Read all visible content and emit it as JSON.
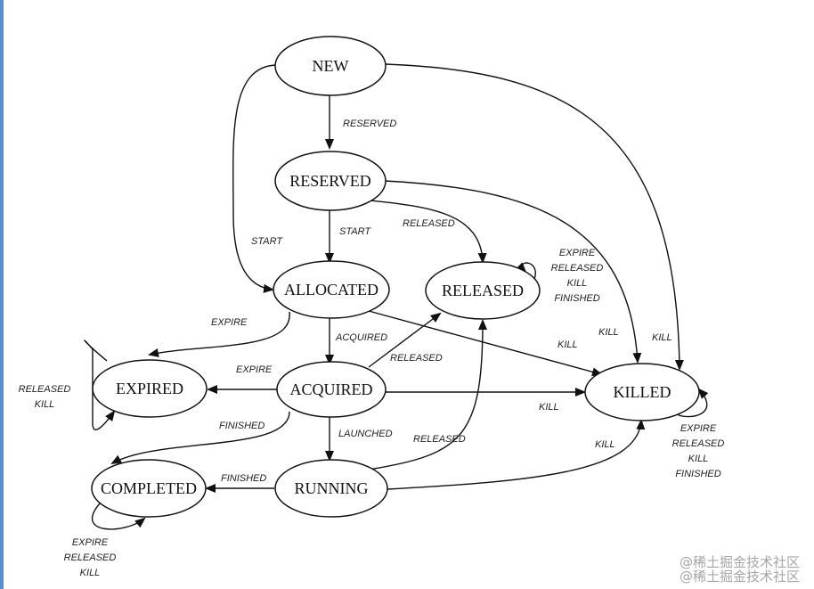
{
  "colors": {
    "stroke": "#111111",
    "background": "#ffffff",
    "accent_border": "#5b8fc7",
    "watermark": "#a6a6a6"
  },
  "states": {
    "new": "NEW",
    "reserved": "RESERVED",
    "allocated": "ALLOCATED",
    "released": "RELEASED",
    "expired": "EXPIRED",
    "acquired": "ACQUIRED",
    "killed": "KILLED",
    "completed": "COMPLETED",
    "running": "RUNNING"
  },
  "transitions": {
    "new_reserved": "RESERVED",
    "new_allocated": "START",
    "reserved_allocated": "START",
    "reserved_released": "RELEASED",
    "released_self": [
      "EXPIRE",
      "RELEASED",
      "KILL",
      "FINISHED"
    ],
    "allocated_expired": "EXPIRE",
    "allocated_acquired": "ACQUIRED",
    "acquired_released": "RELEASED",
    "allocated_killed": "KILL",
    "reserved_killed": "KILL",
    "new_killed": "KILL",
    "expired_self": [
      "RELEASED",
      "KILL"
    ],
    "acquired_expired": "EXPIRE",
    "acquired_killed": "KILL",
    "acquired_completed": "FINISHED",
    "acquired_running": "LAUNCHED",
    "running_released": "RELEASED",
    "running_killed": "KILL",
    "killed_self": [
      "EXPIRE",
      "RELEASED",
      "KILL",
      "FINISHED"
    ],
    "running_completed": "FINISHED",
    "completed_self": [
      "EXPIRE",
      "RELEASED",
      "KILL"
    ]
  },
  "watermark": [
    "@稀土掘金技术社区",
    "@稀土掘金技术社区"
  ]
}
